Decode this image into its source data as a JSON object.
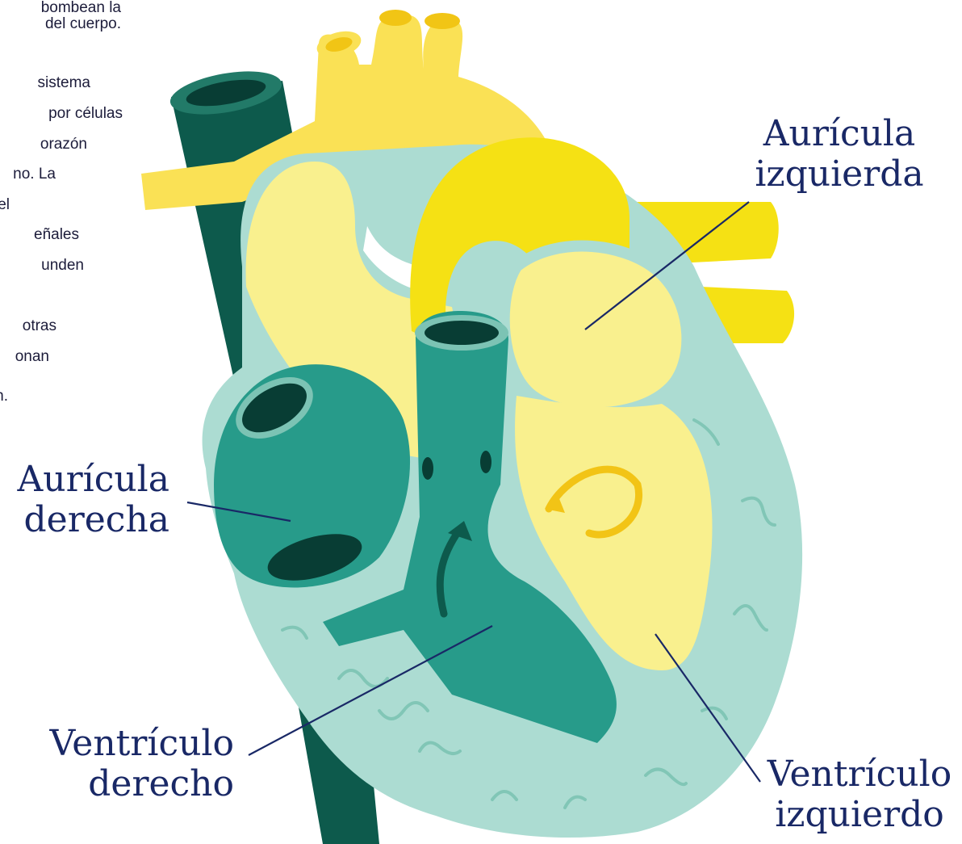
{
  "intro_text": [
    "bombean la",
    "del cuerpo.",
    "sistema",
    "por células",
    "orazón",
    "no. La",
    "el",
    "eñales",
    "unden",
    "otras",
    "onan",
    "n."
  ],
  "labels": {
    "left_atrium": [
      "Aurícula",
      "izquierda"
    ],
    "right_atrium": [
      "Aurícula",
      "derecha"
    ],
    "right_ventricle": [
      "Ventrículo",
      "derecho"
    ],
    "left_ventricle": [
      "Ventrículo",
      "izquierdo"
    ]
  },
  "colors": {
    "dark_green": "#0d5a4c",
    "mid_green": "#279b8a",
    "light_green": "#acdcd2",
    "yellow": "#f5e114",
    "pale_yellow": "#f9f08e",
    "label_navy": "#192866"
  }
}
